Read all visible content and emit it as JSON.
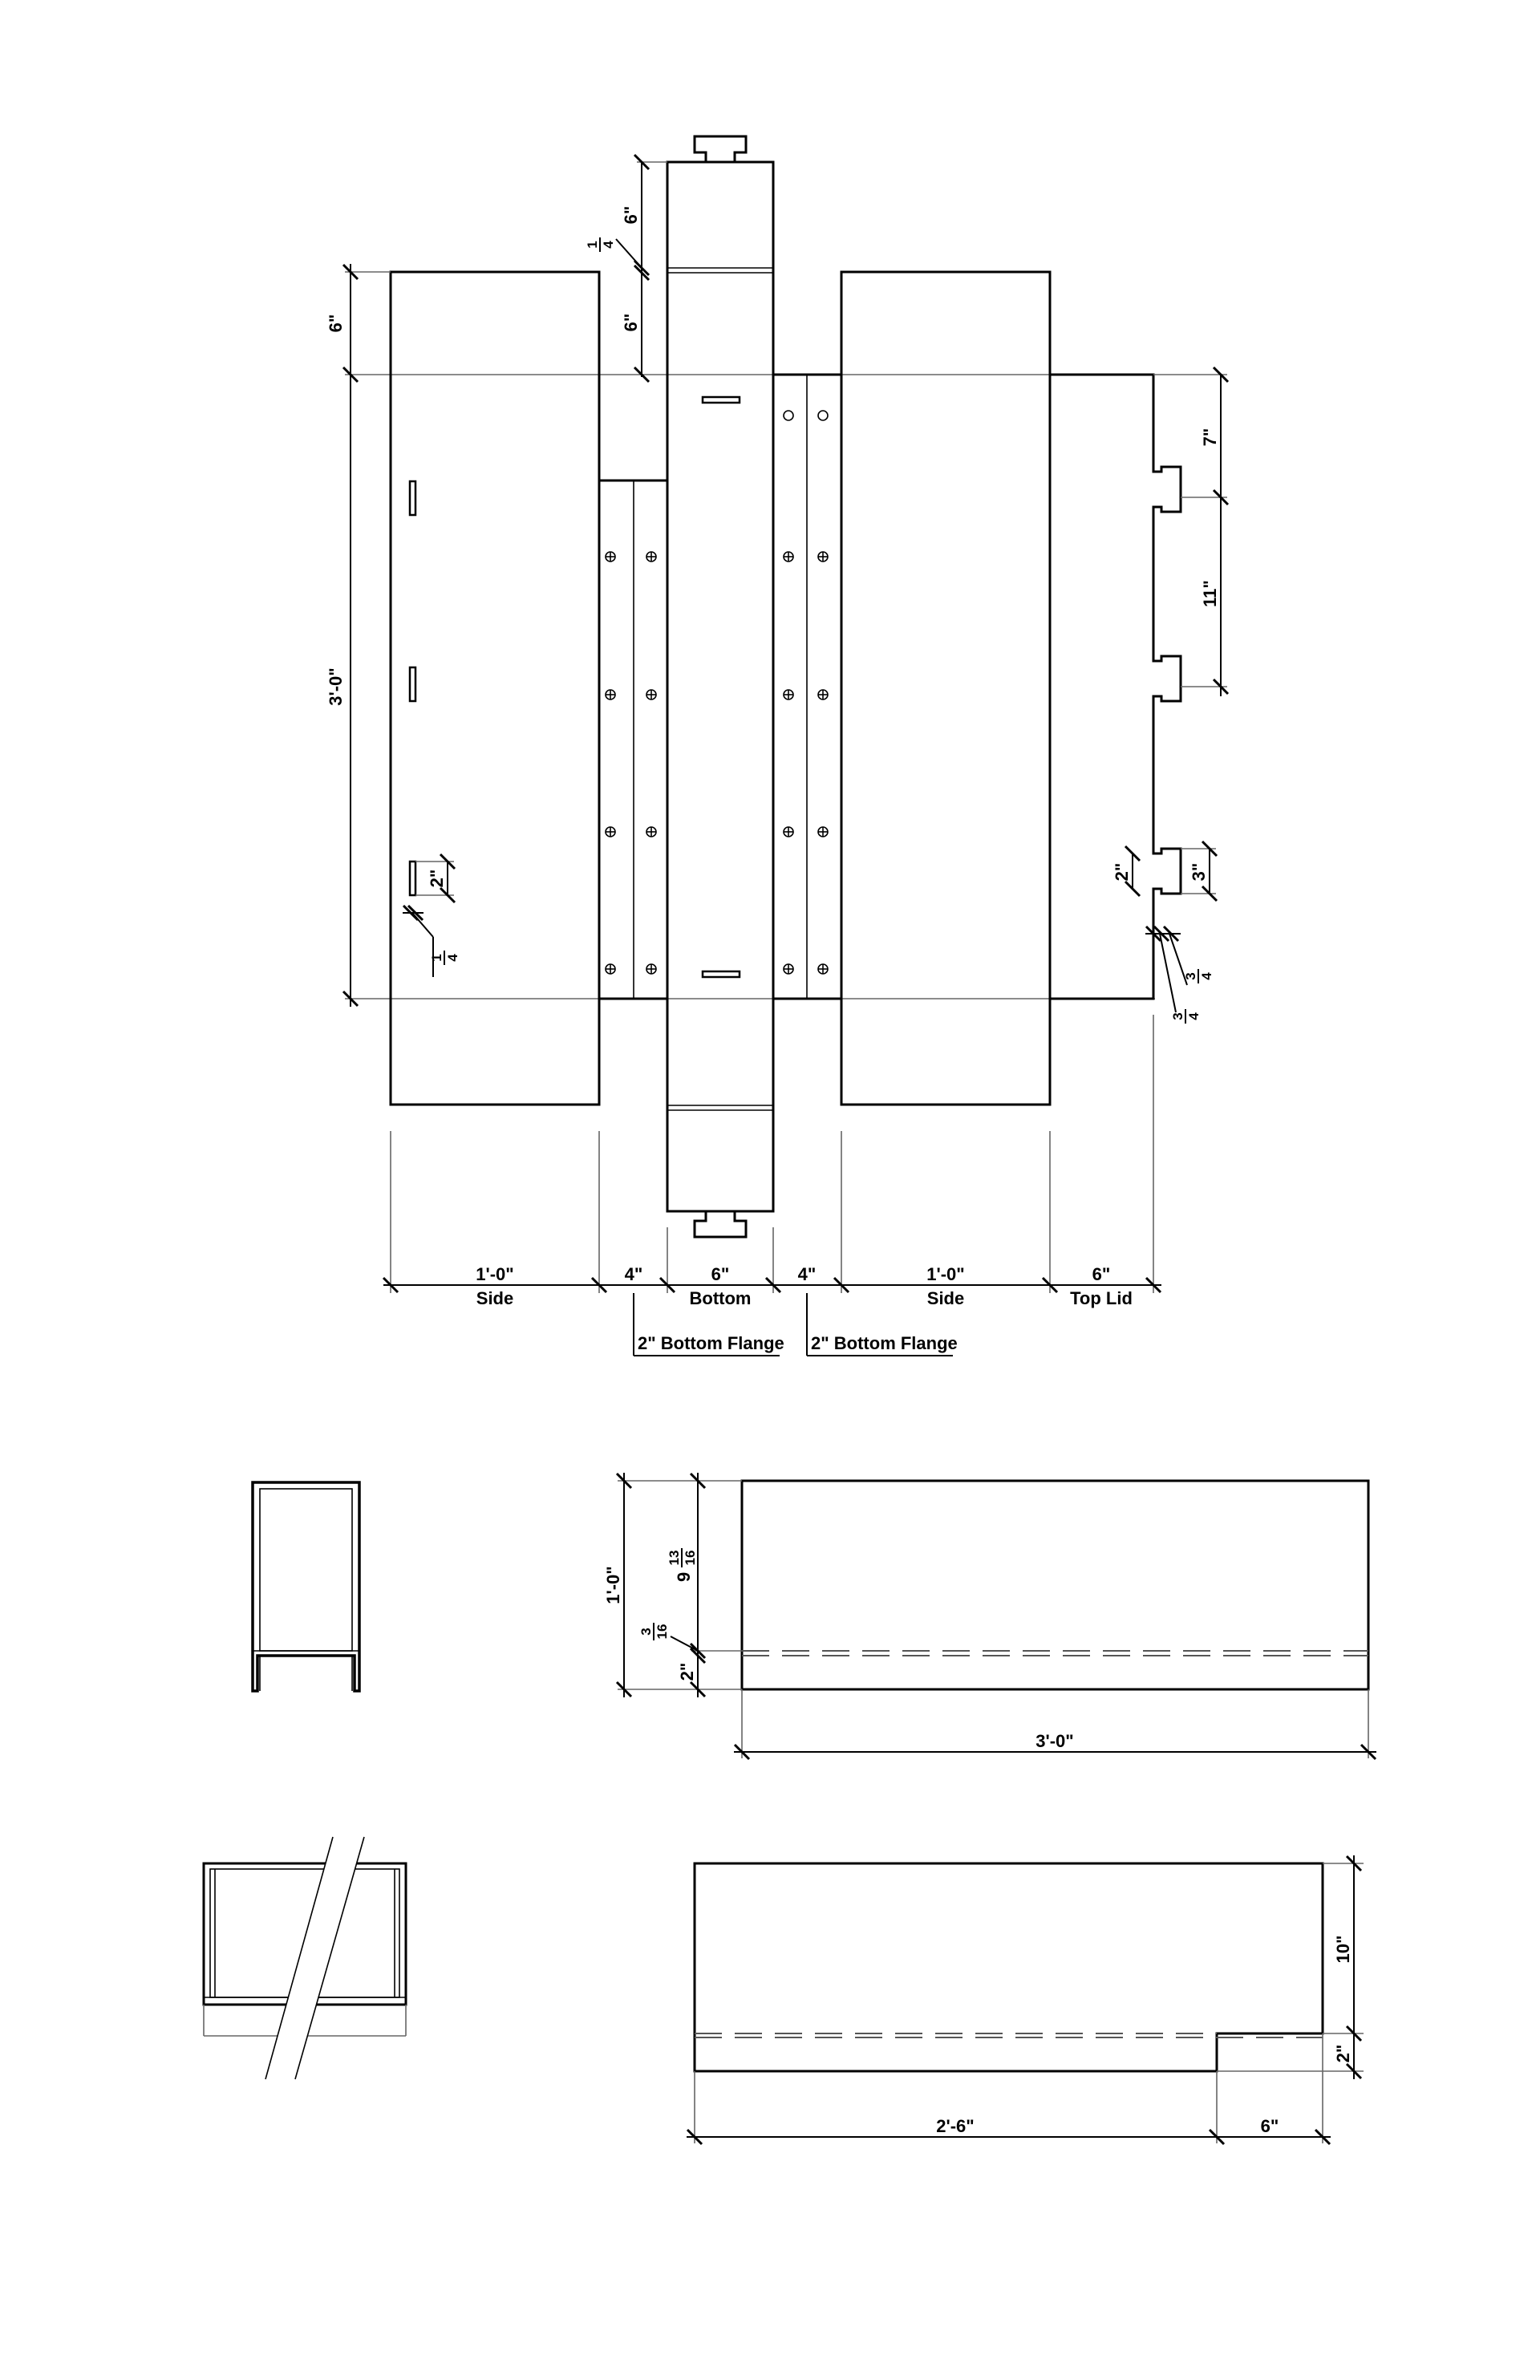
{
  "unfolded_pattern": {
    "height_dims": {
      "overall": "3'-0\"",
      "top_extension": "6\""
    },
    "bottom_panel_dims": {
      "upper_tab": "6\"",
      "fraction": "1/4\"",
      "fraction_num": "1",
      "fraction_den": "4",
      "lower_tab": "6\""
    },
    "slot_dims": {
      "slot_length": "2\"",
      "slot_width": "1/4\"",
      "num": "1",
      "den": "4"
    },
    "tab_dims": {
      "spacing_top": "7\"",
      "spacing_mid": "11\"",
      "tab_height": "3\"",
      "tab_width": "2\"",
      "offset_a": "3/4\"",
      "offset_b": "3/4\"",
      "num": "3",
      "den": "4"
    },
    "width_dims": [
      {
        "value": "1'-0\"",
        "name": "Side"
      },
      {
        "value": "4\"",
        "name": ""
      },
      {
        "value": "6\"",
        "name": "Bottom"
      },
      {
        "value": "4\"",
        "name": ""
      },
      {
        "value": "1'-0\"",
        "name": "Side"
      },
      {
        "value": "6\"",
        "name": "Top Lid"
      }
    ],
    "flange_labels": [
      "2\" Bottom Flange",
      "2\" Bottom Flange"
    ]
  },
  "assembled_elevation": {
    "height": "1'-0\"",
    "inner_height": "9 13/16\"",
    "inner_whole": "9",
    "inner_num": "13",
    "inner_den": "16",
    "thickness": "3/16\"",
    "thk_num": "3",
    "thk_den": "16",
    "flange": "2\"",
    "length": "3'-0\""
  },
  "lid_elevation": {
    "height": "10\"",
    "flange": "2\"",
    "length": "2'-6\"",
    "notch": "6\""
  },
  "colors": {
    "line": "#000000",
    "hidden_line": "#555555",
    "background": "#ffffff"
  }
}
